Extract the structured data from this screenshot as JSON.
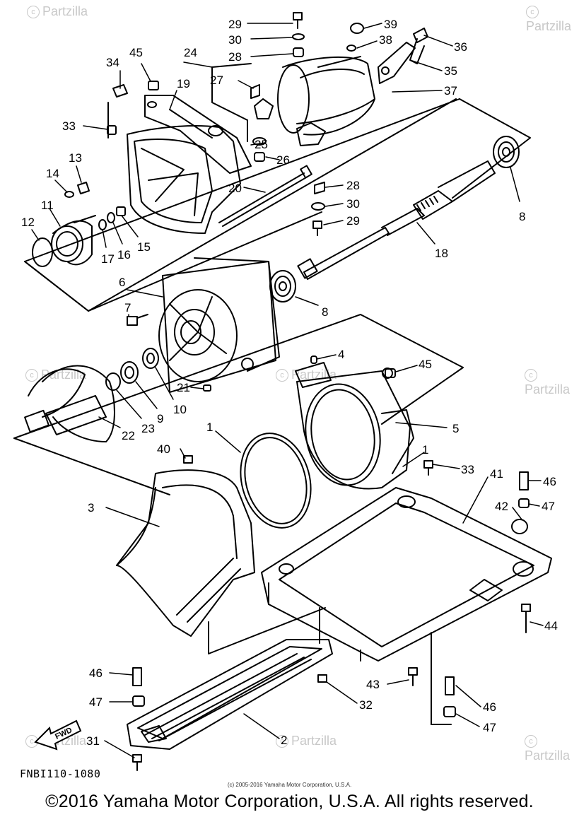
{
  "watermark": "Partzilla",
  "diagram_code": "FNBI110-1080",
  "copyright_small": "(c) 2005-2016 Yamaha Motor Corporation, U.S.A.",
  "copyright_main": "©2016 Yamaha Motor Corporation, U.S.A. All rights reserved.",
  "fwd_label": "FWD",
  "callouts": [
    "29",
    "30",
    "28",
    "39",
    "38",
    "36",
    "24",
    "45",
    "34",
    "19",
    "27",
    "35",
    "37",
    "33",
    "25",
    "26",
    "13",
    "14",
    "11",
    "12",
    "17",
    "16",
    "15",
    "20",
    "28",
    "30",
    "29",
    "8",
    "18",
    "6",
    "7",
    "8",
    "4",
    "45",
    "5",
    "21",
    "10",
    "9",
    "23",
    "22",
    "1",
    "40",
    "1",
    "33",
    "41",
    "46",
    "42",
    "47",
    "3",
    "44",
    "46",
    "47",
    "43",
    "32",
    "46",
    "47",
    "2",
    "31"
  ],
  "colors": {
    "line": "#000000",
    "watermark": "#c8c8c8"
  }
}
